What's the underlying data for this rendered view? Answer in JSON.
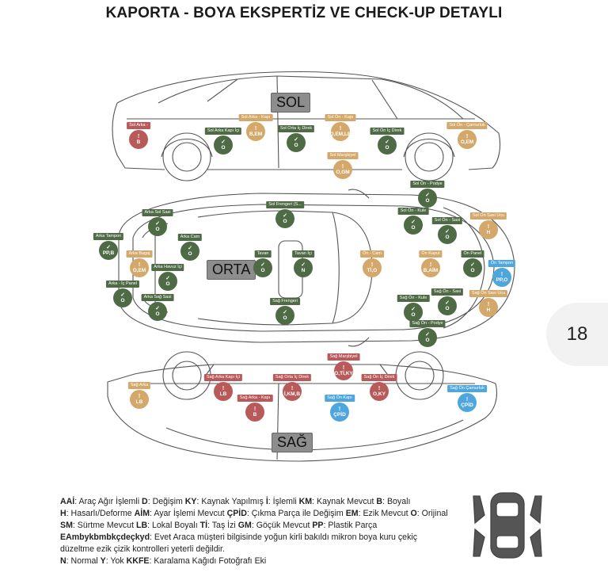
{
  "title": "KAPORTA - BOYA EKSPERTİZ VE CHECK-UP DETAYLI",
  "page_number": "18",
  "colors": {
    "original": "#4e6b45",
    "local_paint": "#d4a86a",
    "changed": "#b95a5a",
    "pdr": "#4ea6dc"
  },
  "views": {
    "left": "SOL",
    "top": "ORTA",
    "right": "SAĞ"
  },
  "markers": [
    {
      "label": "Sol Arka -",
      "code": "B",
      "color": "red"
    },
    {
      "label": "Sol Arka Kapı İçi",
      "code": "O",
      "color": "green"
    },
    {
      "label": "Sol Arka - Kapı",
      "code": "B,EM",
      "color": "orange"
    },
    {
      "label": "Sol Orta İç Direk",
      "code": "O",
      "color": "green"
    },
    {
      "label": "Sol Ön - Kapı",
      "code": "O,EM,LB",
      "color": "orange"
    },
    {
      "label": "Sol Ön İç Direk",
      "code": "O",
      "color": "green"
    },
    {
      "label": "Sol Ön - Çamurluk",
      "code": "O,EM",
      "color": "orange"
    },
    {
      "label": "Sol Marşbiyel",
      "code": "O,GM",
      "color": "orange"
    },
    {
      "label": "Sol Ön - Podye",
      "code": "O",
      "color": "green"
    },
    {
      "label": "Arka Sol Sasi",
      "code": "O",
      "color": "green"
    },
    {
      "label": "Sol Frengeri (S...",
      "code": "O",
      "color": "green"
    },
    {
      "label": "Sol Ön - Kule",
      "code": "O",
      "color": "green"
    },
    {
      "label": "Sol Ön - Sasi",
      "code": "O",
      "color": "green"
    },
    {
      "label": "Sol Ön Sasi Ucu",
      "code": "H",
      "color": "orange"
    },
    {
      "label": "Arka Tampon",
      "code": "PP,B",
      "color": "green"
    },
    {
      "label": "Arka Cam",
      "code": "O",
      "color": "green"
    },
    {
      "label": "Arka Bagaj",
      "code": "O,EM",
      "color": "orange"
    },
    {
      "label": "Arka Havuz İçi",
      "code": "O",
      "color": "green"
    },
    {
      "label": "Tavan",
      "code": "O",
      "color": "green"
    },
    {
      "label": "Tavan İçi",
      "code": "N",
      "color": "green"
    },
    {
      "label": "Ön - Cam",
      "code": "Tİ,O",
      "color": "orange"
    },
    {
      "label": "Ön Kaput",
      "code": "B,AİM",
      "color": "orange"
    },
    {
      "label": "Ön Panel",
      "code": "O",
      "color": "green"
    },
    {
      "label": "Ön Tampon",
      "code": "PP,O",
      "color": "blue"
    },
    {
      "label": "Arka - İç Panel",
      "code": "O",
      "color": "green"
    },
    {
      "label": "Arka Sağ Sasi",
      "code": "O",
      "color": "green"
    },
    {
      "label": "Sağ Frengeri",
      "code": "O",
      "color": "green"
    },
    {
      "label": "Sağ Ön - Kule",
      "code": "O",
      "color": "green"
    },
    {
      "label": "Sağ Ön - Sasi",
      "code": "O",
      "color": "green"
    },
    {
      "label": "Sağ Ön Sasi Ucu",
      "code": "H",
      "color": "orange"
    },
    {
      "label": "Sağ Ön - Podye",
      "code": "O",
      "color": "green"
    },
    {
      "label": "Sağ Marşbiyel",
      "code": "O,Tİ,KY",
      "color": "red"
    },
    {
      "label": "Sağ Arka",
      "code": "LB",
      "color": "orange"
    },
    {
      "label": "Sağ Arka Kapı İçi",
      "code": "LB",
      "color": "red"
    },
    {
      "label": "Sağ Arka - Kapı",
      "code": "B",
      "color": "red"
    },
    {
      "label": "Sağ Orta İç Direk",
      "code": "İ,KM,B",
      "color": "red"
    },
    {
      "label": "Sağ Ön Kapı",
      "code": "ÇPİD",
      "color": "blue"
    },
    {
      "label": "Sağ Ön İç Direk",
      "code": "O,KY",
      "color": "red"
    },
    {
      "label": "Sağ Ön Çamurluk",
      "code": "ÇPİD",
      "color": "blue"
    }
  ],
  "legend": {
    "line1": [
      {
        "k": "AAİ",
        "v": ": Araç Ağır İşlemli "
      },
      {
        "k": "D",
        "v": ": Değişim "
      },
      {
        "k": "KY",
        "v": ": Kaynak Yapılmış "
      },
      {
        "k": "İ",
        "v": ": İşlemli "
      },
      {
        "k": "KM",
        "v": ": Kaynak Mevcut "
      },
      {
        "k": "B",
        "v": ": Boyalı"
      }
    ],
    "line2": [
      {
        "k": "H",
        "v": ": Hasarlı/Deforme "
      },
      {
        "k": "AİM",
        "v": ": Ayar İşlemi Mevcut "
      },
      {
        "k": "ÇPİD",
        "v": ": Çıkma Parça ile Değişim "
      },
      {
        "k": "EM",
        "v": ": Ezik Mevcut "
      },
      {
        "k": "O",
        "v": ": Orijinal"
      }
    ],
    "line3": [
      {
        "k": "SM",
        "v": ": Sürtme Mevcut "
      },
      {
        "k": "LB",
        "v": ": Lokal Boyalı "
      },
      {
        "k": "Tİ",
        "v": ": Taş İzi "
      },
      {
        "k": "GM",
        "v": ": Göçük Mevcut "
      },
      {
        "k": "PP",
        "v": ": Plastik Parça"
      }
    ],
    "line4_key": "EAmbykbmbkçdeçkyd",
    "line4_text": ": Evet Araca müşteri bilgisinde yoğun kirli bakıldı mikron boya kuru çekiç",
    "line5": "düzeltme ezik çizik kontrolleri yeterli değildir.",
    "line6": [
      {
        "k": "N",
        "v": ": Normal "
      },
      {
        "k": "Y",
        "v": ": Yok "
      },
      {
        "k": "KKFE",
        "v": ": Karalama Kağıdı Fotoğrafı Eki"
      }
    ]
  }
}
